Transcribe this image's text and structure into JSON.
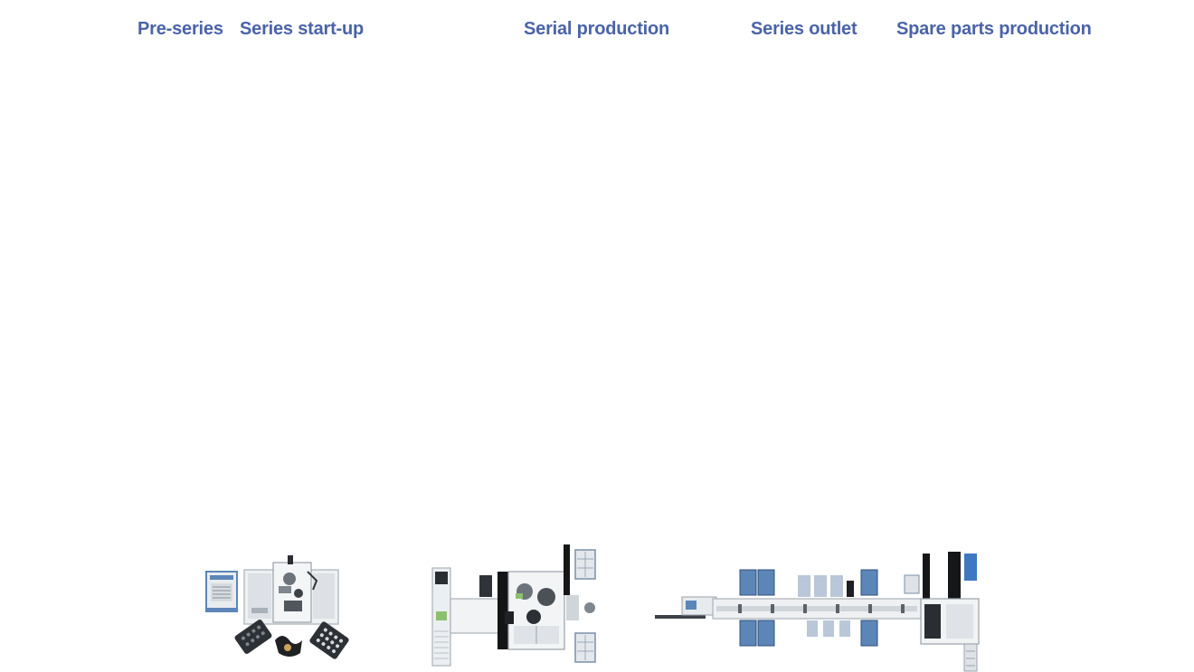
{
  "phases": [
    {
      "label": "Pre-series"
    },
    {
      "label": "Series start-up"
    },
    {
      "label": "Serial production"
    },
    {
      "label": "Series outlet"
    },
    {
      "label": "Spare parts production"
    }
  ],
  "colors": {
    "label": "#4a63a8",
    "panel_blue": "#5d86b8",
    "frame_gray": "#c9ced4",
    "dark": "#1e1f22"
  },
  "machines": [
    {
      "name": "compact-assembly-cell"
    },
    {
      "name": "medium-assembly-line"
    },
    {
      "name": "large-transfer-line"
    }
  ]
}
